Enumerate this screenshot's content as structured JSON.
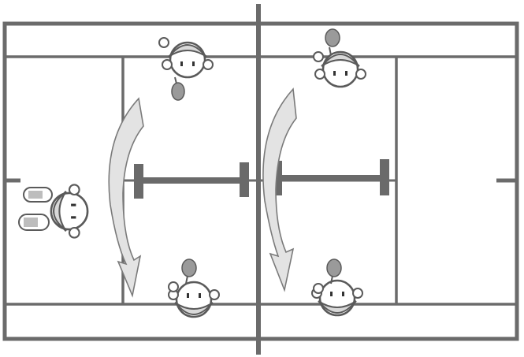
{
  "diagram": {
    "type": "tennis-doubles-court-rotation",
    "colors": {
      "court_line": "#6b6b6b",
      "net": "#6a6a6a",
      "arrow_fill": "#e3e3e3",
      "arrow_stroke": "#7a7a7a",
      "player_stroke": "#5a5a5a",
      "racket_head": "#9a9a9a"
    },
    "players": [
      {
        "id": "p1",
        "side": "left",
        "position": "top-service-line",
        "facing": "down"
      },
      {
        "id": "p2",
        "side": "left",
        "position": "bottom-service-line",
        "facing": "up"
      },
      {
        "id": "p3",
        "side": "right",
        "position": "top-service-line",
        "facing": "down"
      },
      {
        "id": "p4",
        "side": "right",
        "position": "bottom-service-line",
        "facing": "up"
      },
      {
        "id": "p5",
        "side": "left",
        "position": "outside-baseline",
        "facing": "right"
      }
    ],
    "arrows": [
      {
        "id": "arrow-left",
        "direction": "top-to-bottom"
      },
      {
        "id": "arrow-right",
        "direction": "top-to-bottom"
      }
    ]
  }
}
